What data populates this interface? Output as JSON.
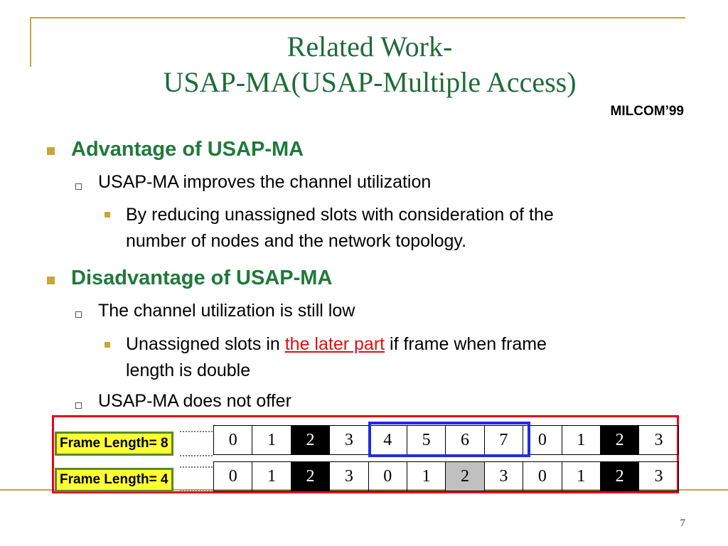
{
  "title": {
    "line1": "Related Work-",
    "line2": "USAP-MA(USAP-Multiple Access)"
  },
  "source": "MILCOM’99",
  "bullets": {
    "advantage": {
      "heading": "Advantage of USAP-MA",
      "sub": "USAP-MA improves the channel utilization",
      "detail_line1": "By reducing unassigned slots with consideration of the",
      "detail_line2": "number of nodes and the network topology."
    },
    "disadvantage": {
      "heading": "Disadvantage  of USAP-MA",
      "sub": "The channel utilization is still low",
      "detail_pre": "Unassigned slots in ",
      "detail_highlight": "the later part",
      "detail_post": " if frame when frame",
      "detail_line2": "length is double",
      "sub2": "USAP-MA does not offer"
    }
  },
  "figure": {
    "row1": {
      "label": "Frame Length= 8",
      "slots": [
        "0",
        "1",
        "2",
        "3",
        "4",
        "5",
        "6",
        "7",
        "0",
        "1",
        "2",
        "3"
      ],
      "styles": [
        "w",
        "w",
        "b",
        "w",
        "w",
        "w",
        "w",
        "w",
        "w",
        "w",
        "b",
        "w"
      ]
    },
    "row2": {
      "label": "Frame Length= 4",
      "slots": [
        "0",
        "1",
        "2",
        "3",
        "0",
        "1",
        "2",
        "3",
        "0",
        "1",
        "2",
        "3"
      ],
      "styles": [
        "w",
        "w",
        "b",
        "w",
        "w",
        "w",
        "g",
        "w",
        "w",
        "w",
        "b",
        "w"
      ]
    },
    "colors": {
      "highlight_box": "#e8001c",
      "frame_box": "#1f2ee0",
      "label_bg": "#ffff33"
    }
  },
  "page_number": "7"
}
